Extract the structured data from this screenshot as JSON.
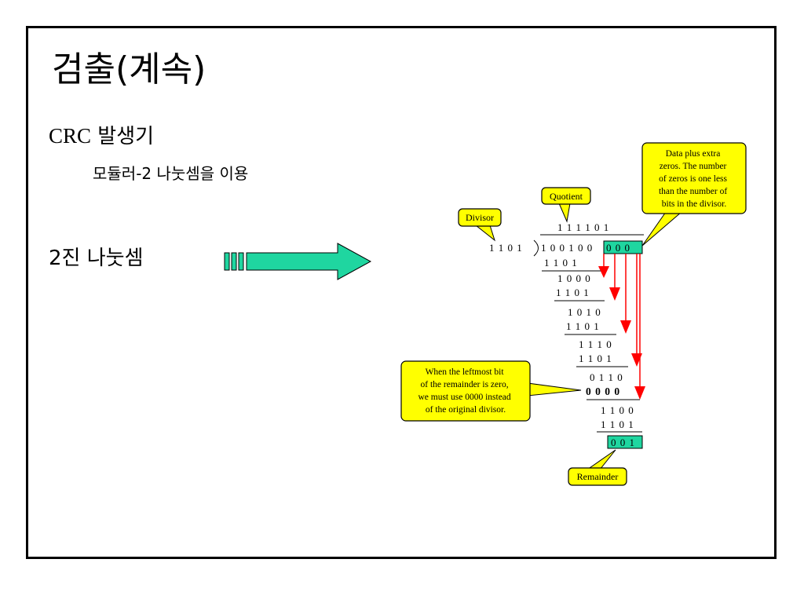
{
  "slide": {
    "title": "검출(계속)",
    "bullets": [
      {
        "lead": "CRC",
        "text": "발생기"
      },
      {
        "text": "모듈러-2 나눗셈을 이용"
      },
      {
        "text": "2진 나눗셈"
      }
    ]
  },
  "diagram": {
    "divisor": "1 1 0 1",
    "dividend": "1 0 0 1 0 0",
    "extra_zeros": "0 0 0",
    "quotient": "1 1 1 1 0 1",
    "steps": [
      "1 1 0 1",
      "1 0 0 0",
      "1 1 0 1",
      "1 0 1 0",
      "1 1 0 1",
      "1 1 1 0",
      "1 1 0 1",
      "0 1 1 0",
      "0 0 0 0",
      "1 1 0 0",
      "1 1 0 1"
    ],
    "remainder": "0 0 1",
    "callouts": {
      "divisor": "Divisor",
      "quotient": "Quotient",
      "remainder": "Remainder",
      "extra": [
        "Data plus extra",
        "zeros.  The number",
        "of zeros is one less",
        "than the number of",
        "bits in the divisor."
      ],
      "leftmost": [
        "When the leftmost bit",
        "of the remainder is zero,",
        "we must use 0000 instead",
        "of the original divisor."
      ]
    },
    "colors": {
      "callout_fill": "#ffff00",
      "highlight_fill": "#1fd6a0",
      "arrow_red": "#ff0000",
      "big_arrow": "#1fd6a0"
    }
  }
}
